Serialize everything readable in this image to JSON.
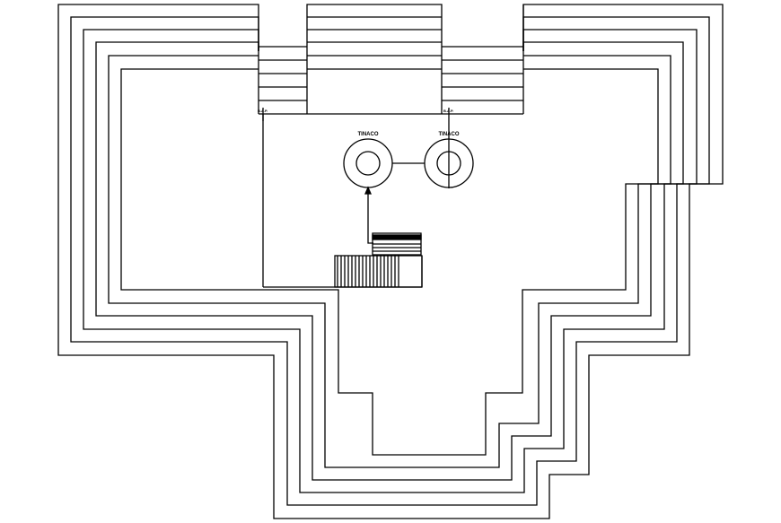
{
  "tanks": [
    {
      "label": "TINACO"
    },
    {
      "label": "TINACO"
    }
  ],
  "pipe_tags": [
    {
      "label": "B.A.P."
    },
    {
      "label": "B.A.P."
    }
  ],
  "colors": {
    "background": "#ffffff",
    "stroke": "#000000"
  }
}
